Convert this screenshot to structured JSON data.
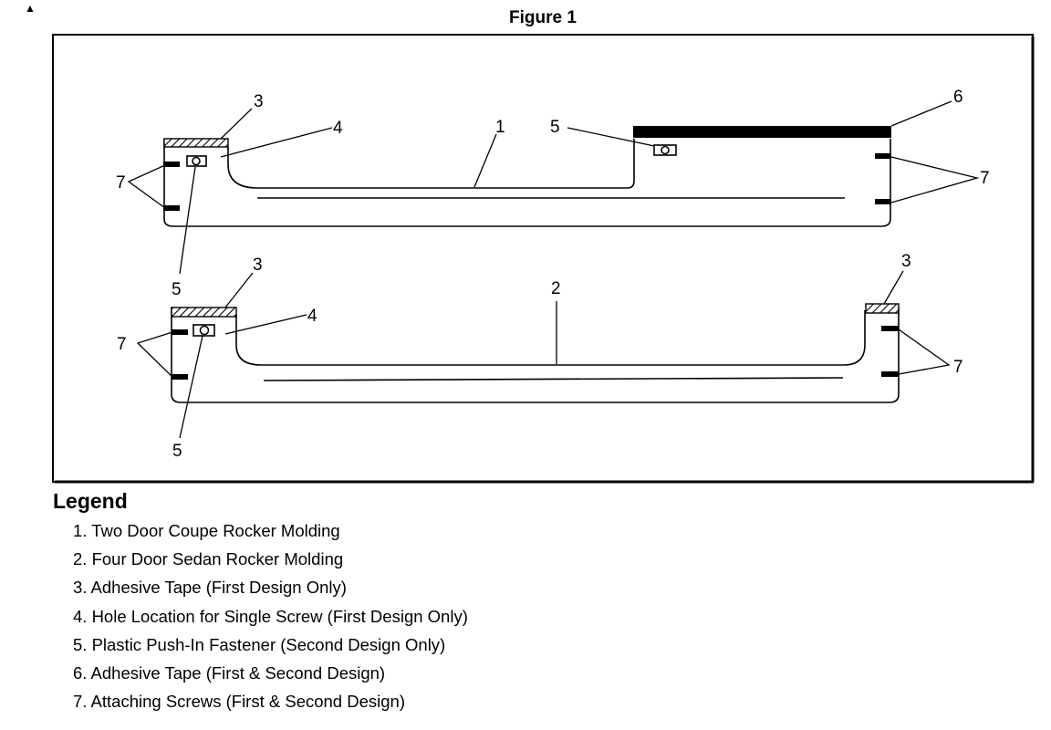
{
  "figure": {
    "mark": "▲",
    "title": "Figure 1",
    "callouts": {
      "top": [
        "1",
        "3",
        "4",
        "5",
        "5",
        "6",
        "7",
        "7"
      ],
      "bottom": [
        "2",
        "3",
        "3",
        "4",
        "5",
        "7",
        "7"
      ]
    }
  },
  "legend": {
    "title": "Legend",
    "items": [
      "1. Two Door Coupe Rocker Molding",
      "2. Four Door Sedan Rocker Molding",
      "3. Adhesive Tape (First Design Only)",
      "4. Hole Location for Single Screw (First Design Only)",
      "5. Plastic Push-In Fastener (Second Design Only)",
      "6. Adhesive Tape (First & Second Design)",
      "7. Attaching Screws (First & Second Design)"
    ]
  }
}
